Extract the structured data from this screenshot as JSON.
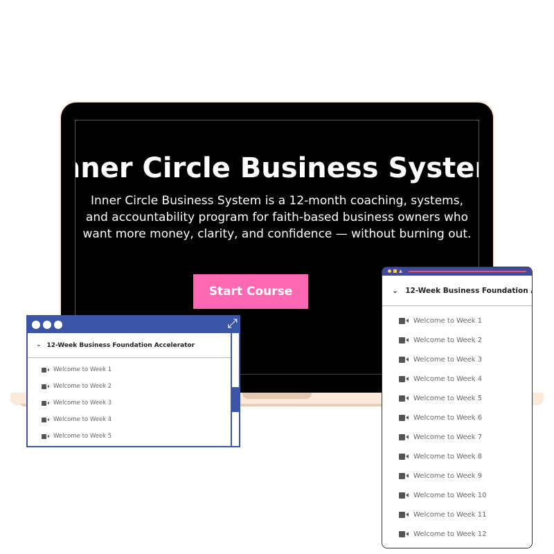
{
  "hero": {
    "title": "Inner Circle Business System",
    "description": "Inner Circle Business System is a 12-month coaching, systems, and accountability program for faith-based business owners who want more money, clarity, and confidence — without burning out.",
    "button": "Start Course"
  },
  "course": {
    "section_title": "12-Week Business Foundation Accelerator",
    "lessons": [
      "Welcome to Week 1",
      "Welcome to Week 2",
      "Welcome to Week 3",
      "Welcome to Week 4",
      "Welcome to Week 5",
      "Welcome to Week 6",
      "Welcome to Week 7",
      "Welcome to Week 8",
      "Welcome to Week 9",
      "Welcome to Week 10",
      "Welcome to Week 11",
      "Welcome to Week 12"
    ]
  },
  "colors": {
    "accent": "#ff69b4",
    "panel_blue": "#3a55a5",
    "laptop_base": "#fbe9d9"
  }
}
